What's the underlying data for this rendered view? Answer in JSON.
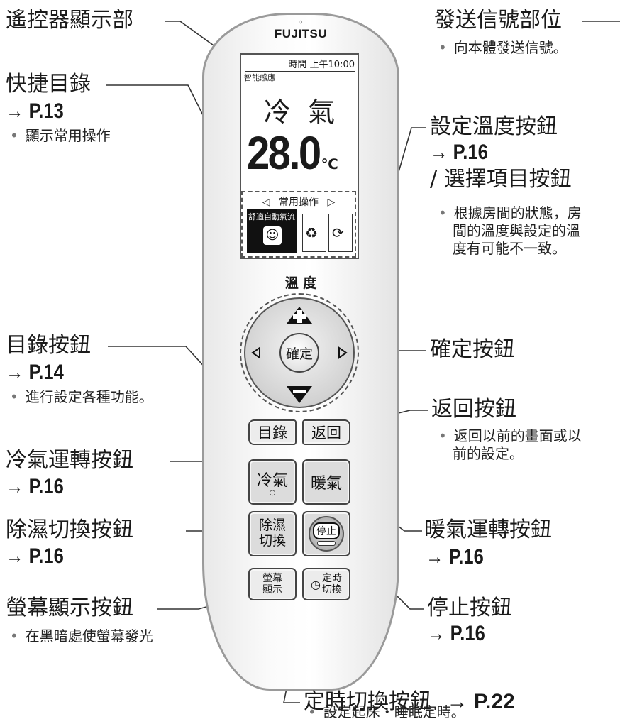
{
  "remote": {
    "brand": "FUJITSU",
    "screen": {
      "time": "時間 上午10:00",
      "smart": "智能感應",
      "mode": "冷  氣",
      "temp_value": "28.0",
      "temp_unit": "℃",
      "quick_menu_label": "常用操作",
      "quick_item_1": "舒適自動氣流"
    },
    "temp_label": "溫 度",
    "enter_label": "確定",
    "buttons": {
      "menu": "目錄",
      "back": "返回",
      "cool_1": "冷氣",
      "heat": "暖氣",
      "dry_1": "除濕",
      "dry_2": "切換",
      "stop": "停止",
      "display_1": "螢幕",
      "display_2": "顯示",
      "timer_1": "定時",
      "timer_2": "切換"
    }
  },
  "callouts": {
    "display_section": "遙控器顯示部",
    "quick_menu": {
      "title": "快捷目錄",
      "ref": "→ P.13",
      "note": "顯示常用操作"
    },
    "menu_button": {
      "title": "目錄按鈕",
      "ref": "→ P.14",
      "note": "進行設定各種功能。"
    },
    "cool_button": {
      "title": "冷氣運轉按鈕",
      "ref": "→ P.16"
    },
    "dry_button": {
      "title": "除濕切換按鈕",
      "ref": "→ P.16"
    },
    "display_button": {
      "title": "螢幕顯示按鈕",
      "note": "在黑暗處使螢幕發光"
    },
    "transmitter": {
      "title": "發送信號部位",
      "note": "向本體發送信號。"
    },
    "temp_set_button": {
      "title": "設定溫度按鈕",
      "ref": "→ P.16",
      "title2": "/ 選擇項目按鈕",
      "note_1": "根據房間的狀態，房",
      "note_2": "間的溫度與設定的溫",
      "note_3": "度有可能不一致。"
    },
    "enter_button": {
      "title": "確定按鈕"
    },
    "back_button": {
      "title": "返回按鈕",
      "note_1": "返回以前的畫面或以",
      "note_2": "前的設定。"
    },
    "heat_button": {
      "title": "暖氣運轉按鈕",
      "ref": "→ P.16"
    },
    "stop_button": {
      "title": "停止按鈕",
      "ref": "→ P.16"
    },
    "timer_button": {
      "title": "定時切換按鈕",
      "ref": "→ P.22",
      "note": "設定起床・睡眠定時。"
    }
  }
}
